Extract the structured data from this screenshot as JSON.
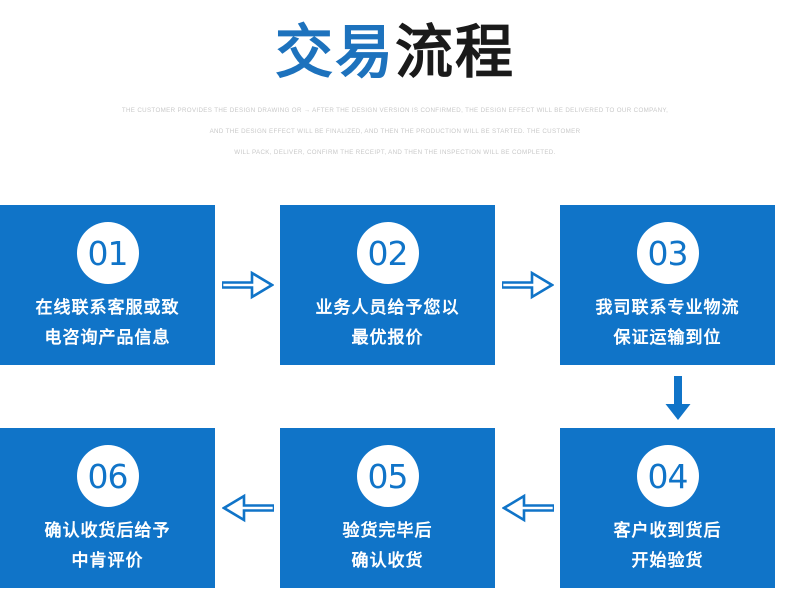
{
  "header": {
    "title_part_blue": "交易",
    "title_part_dark": "流程",
    "subtitle_lines": [
      "THE CUSTOMER PROVIDES THE DESIGN DRAWING OR → AFTER THE DESIGN VERSION IS CONFIRMED, THE DESIGN EFFECT WILL BE DELIVERED TO OUR COMPANY,",
      "AND THE DESIGN EFFECT WILL BE FINALIZED, AND THEN THE PRODUCTION WILL BE STARTED. THE CUSTOMER",
      "WILL PACK, DELIVER, CONFIRM THE RECEIPT, AND THEN THE INSPECTION WILL BE COMPLETED."
    ]
  },
  "colors": {
    "brand_blue": "#1074c8",
    "title_blue": "#1d72bd",
    "title_dark": "#1a1a1a",
    "subtitle_gray": "#c9c9c9",
    "box_text": "#ffffff"
  },
  "flow": {
    "row_top": [
      {
        "number": "01",
        "line1": "在线联系客服或致",
        "line2": "电咨询产品信息"
      },
      {
        "number": "02",
        "line1": "业务人员给予您以",
        "line2": "最优报价"
      },
      {
        "number": "03",
        "line1": "我司联系专业物流",
        "line2": "保证运输到位"
      }
    ],
    "row_bottom": [
      {
        "number": "06",
        "line1": "确认收货后给予",
        "line2": "中肯评价"
      },
      {
        "number": "05",
        "line1": "验货完毕后",
        "line2": "确认收货"
      },
      {
        "number": "04",
        "line1": "客户收到货后",
        "line2": "开始验货"
      }
    ],
    "arrows": {
      "right_1": "arrow-right",
      "right_2": "arrow-right",
      "down_1": "arrow-down",
      "left_1": "arrow-left",
      "left_2": "arrow-left"
    }
  }
}
